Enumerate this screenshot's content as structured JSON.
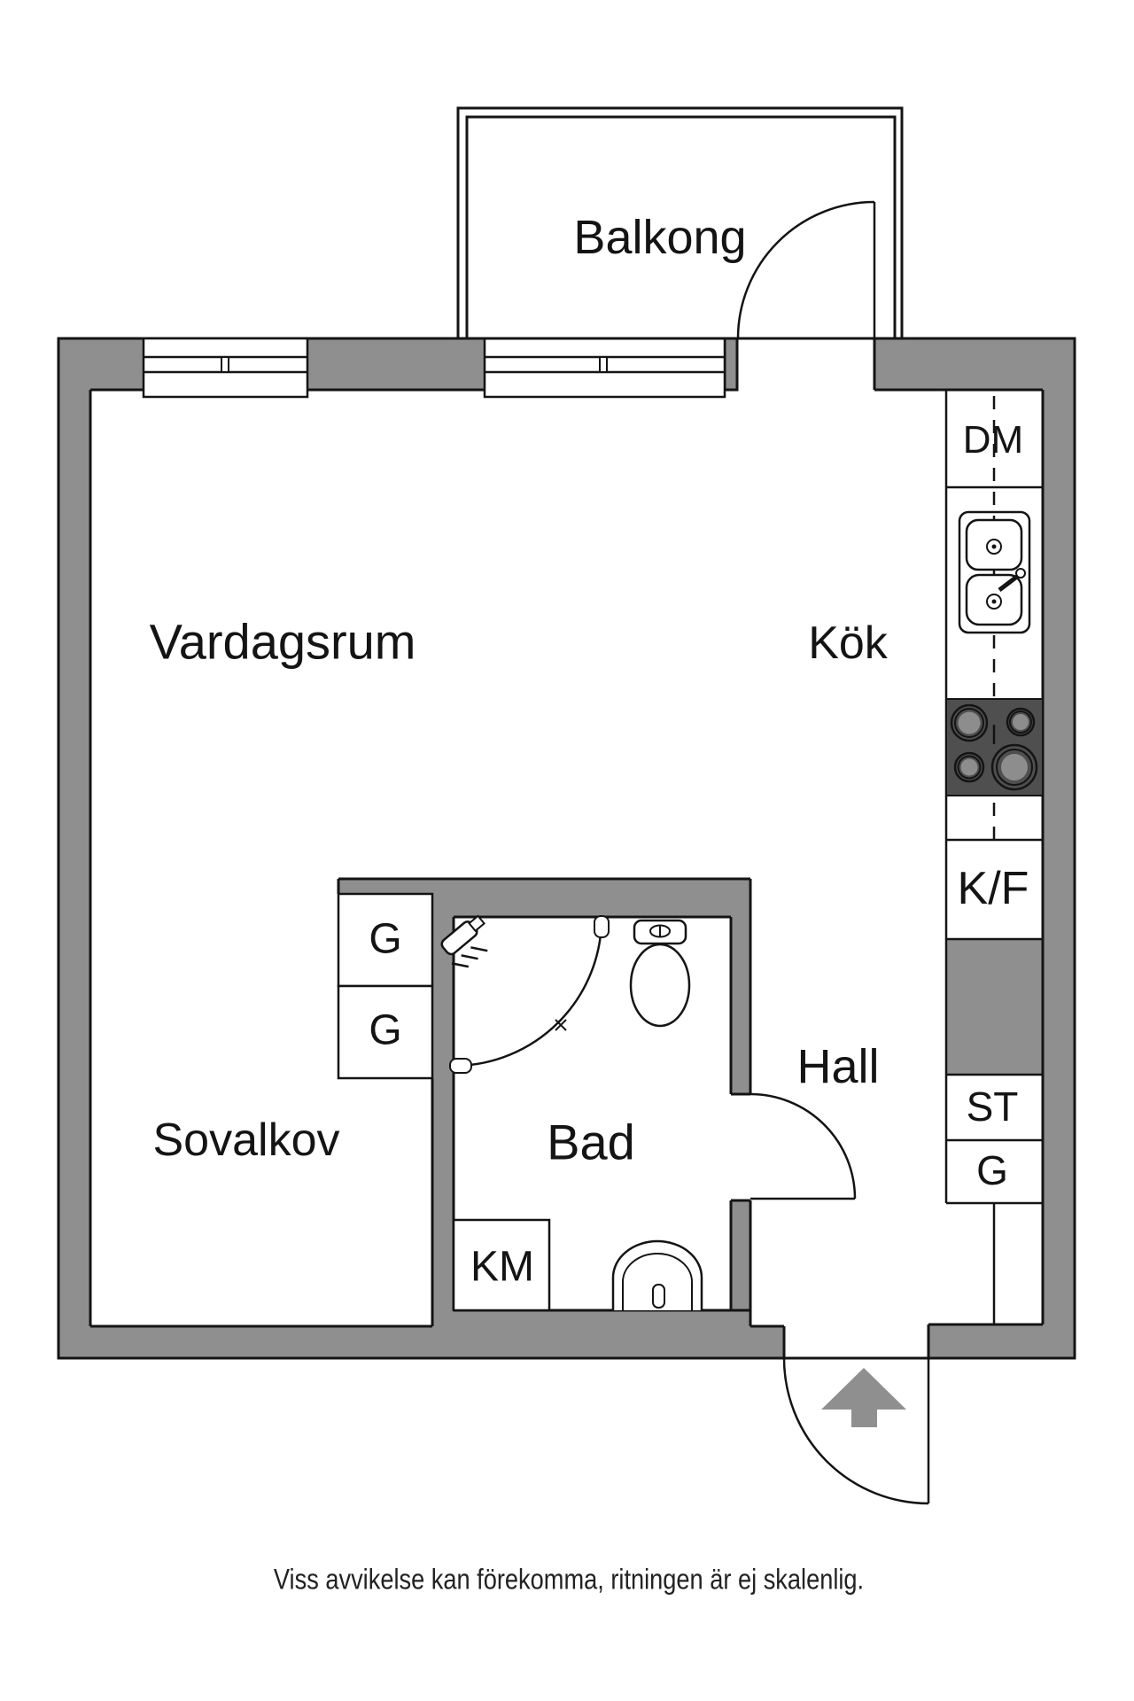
{
  "colors": {
    "wall": "#8f8f8f",
    "stove": "#4f4f4f",
    "burner": "#8d8d8d",
    "line": "#141414",
    "arrow": "#8f8f8f"
  },
  "rooms": {
    "balcony": "Balkong",
    "living_room": "Vardagsrum",
    "kitchen": "Kök",
    "sleeping_alcove": "Sovalkov",
    "bathroom": "Bad",
    "hall": "Hall"
  },
  "fixtures": {
    "dishwasher": "DM",
    "fridge_freezer": "K/F",
    "cleaning_cabinet": "ST",
    "hall_wardrobe": "G",
    "wardrobe_top": "G",
    "wardrobe_bottom": "G",
    "washing_machine": "KM"
  },
  "footer": {
    "disclaimer": "Viss avvikelse kan förekomma, ritningen är ej skalenlig."
  }
}
